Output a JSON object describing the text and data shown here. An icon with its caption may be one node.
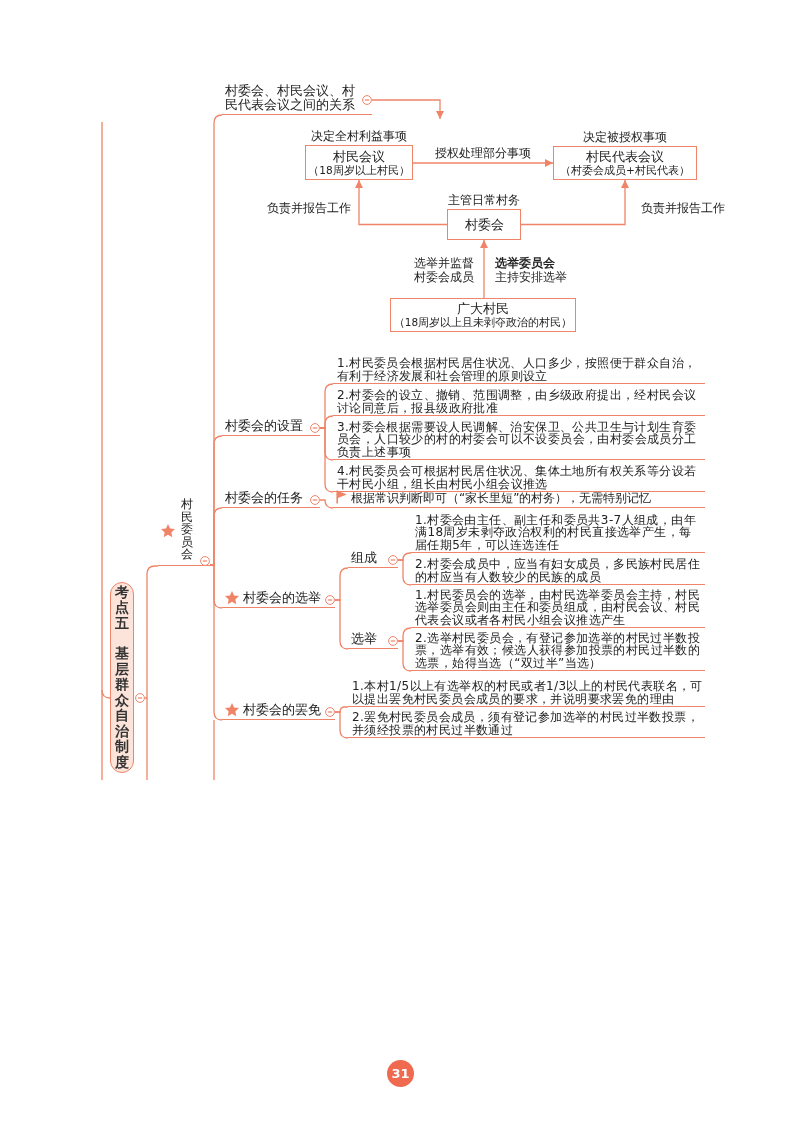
{
  "diagram": {
    "nodes": [
      {
        "text": [
          "考点五",
          "基层群众自治制度"
        ]
      },
      {
        "text": [
          "村民委员会"
        ]
      },
      {
        "text": [
          "村委会、村民会议、村民代表会议之间的关系"
        ]
      },
      {
        "text": [
          "村民会议",
          "（18周岁以上村民）"
        ],
        "beside": [
          "决定全村利益事项"
        ]
      },
      {
        "text": [
          "村民代表会议",
          "（村委会成员+村民代表）"
        ],
        "beside": [
          "决定被授权事项"
        ]
      },
      {
        "text": [
          "村委会"
        ],
        "beside": [
          "主管日常村务"
        ]
      },
      {
        "text": [
          "广大村民",
          "（18周岁以上且未剥夺政治的村民）"
        ]
      },
      {
        "text": [
          "村委会的设置"
        ]
      },
      {
        "text": [
          "1.村民委员会根据村民居住状况、人口多少，按照便于群众自治，有利于经济发展和社会管理的原则设立"
        ]
      },
      {
        "text": [
          "2.村委会的设立、撤销、范围调整，由乡级政府提出，经村民会议讨论同意后，报县级政府批准"
        ]
      },
      {
        "text": [
          "3.村委会根据需要设人民调解、治安保卫、公共卫生与计划生育委员会，人口较少的村的村委会可以不设委员会，由村委会成员分工负责上述事项"
        ]
      },
      {
        "text": [
          "4.村民委员会可根据村民居住状况、集体土地所有权关系等分设若干村民小组，组长由村民小组会议推选"
        ]
      },
      {
        "text": [
          "村委会的任务"
        ]
      },
      {
        "text": [
          "根据常识判断即可（“家长里短”的村务），无需特别记忆"
        ]
      },
      {
        "text": [
          "村委会的选举"
        ]
      },
      {
        "text": [
          "组成"
        ]
      },
      {
        "text": [
          "1.村委会由主任、副主任和委员共3-7人组成，由年满18周岁未剥夺政治权利的村民直接选举产生，每届任期5年，可以连选连任"
        ]
      },
      {
        "text": [
          "2.村委会成员中，应当有妇女成员，多民族村民居住的村应当有人数较少的民族的成员"
        ]
      },
      {
        "text": [
          "选举"
        ]
      },
      {
        "text": [
          "1.村民委员会的选举，由村民选举委员会主持，村民选举委员会则由主任和委员组成，由村民会议、村民代表会议或者各村民小组会议推选产生"
        ]
      },
      {
        "text": [
          "2.选举村民委员会，有登记参加选举的村民过半数投票，选举有效；候选人获得参加投票的村民过半数的选票，始得当选（“双过半”当选）"
        ]
      },
      {
        "text": [
          "村委会的罢免"
        ]
      },
      {
        "text": [
          "1.本村1/5以上有选举权的村民或者1/3以上的村民代表联名，可以提出罢免村民委员会成员的要求，并说明要求罢免的理由"
        ]
      },
      {
        "text": [
          "2.罢免村民委员会成员，须有登记参加选举的村民过半数投票，并须经投票的村民过半数通过"
        ]
      }
    ],
    "edges": [
      {
        "from": null,
        "to": 0,
        "arrow": "none"
      },
      {
        "from": 0,
        "to": 1,
        "arrow": "none"
      },
      {
        "from": 1,
        "to": 2,
        "arrow": "none"
      },
      {
        "from": 2,
        "to": null,
        "arrow": "to"
      },
      {
        "from": 3,
        "to": 4,
        "arrow": "to",
        "label": "授权处理部分事项"
      },
      {
        "from": 5,
        "to": 3,
        "arrow": "to",
        "label": "负责并报告工作"
      },
      {
        "from": 5,
        "to": 4,
        "arrow": "to",
        "label": "负责并报告工作"
      },
      {
        "from": 6,
        "to": 5,
        "arrow": "to",
        "label": "选举并监督村委会成员"
      },
      {
        "from": 1,
        "to": 7,
        "arrow": "none"
      },
      {
        "from": 7,
        "to": 8,
        "arrow": "none"
      },
      {
        "from": 7,
        "to": 9,
        "arrow": "none"
      },
      {
        "from": 7,
        "to": 10,
        "arrow": "none"
      },
      {
        "from": 7,
        "to": 11,
        "arrow": "none"
      },
      {
        "from": 1,
        "to": 12,
        "arrow": "none"
      },
      {
        "from": 12,
        "to": 13,
        "arrow": "none"
      },
      {
        "from": 1,
        "to": 14,
        "arrow": "none"
      },
      {
        "from": 14,
        "to": 15,
        "arrow": "none"
      },
      {
        "from": 15,
        "to": 16,
        "arrow": "none"
      },
      {
        "from": 15,
        "to": 17,
        "arrow": "none"
      },
      {
        "from": 14,
        "to": 18,
        "arrow": "none"
      },
      {
        "from": 18,
        "to": 19,
        "arrow": "none"
      },
      {
        "from": 18,
        "to": 20,
        "arrow": "none"
      },
      {
        "from": 1,
        "to": 21,
        "arrow": "none"
      },
      {
        "from": 21,
        "to": 22,
        "arrow": "none"
      },
      {
        "from": 21,
        "to": 23,
        "arrow": "none"
      }
    ],
    "labels": [
      "**选举委员会**主持安排选举",
      "31"
    ]
  }
}
